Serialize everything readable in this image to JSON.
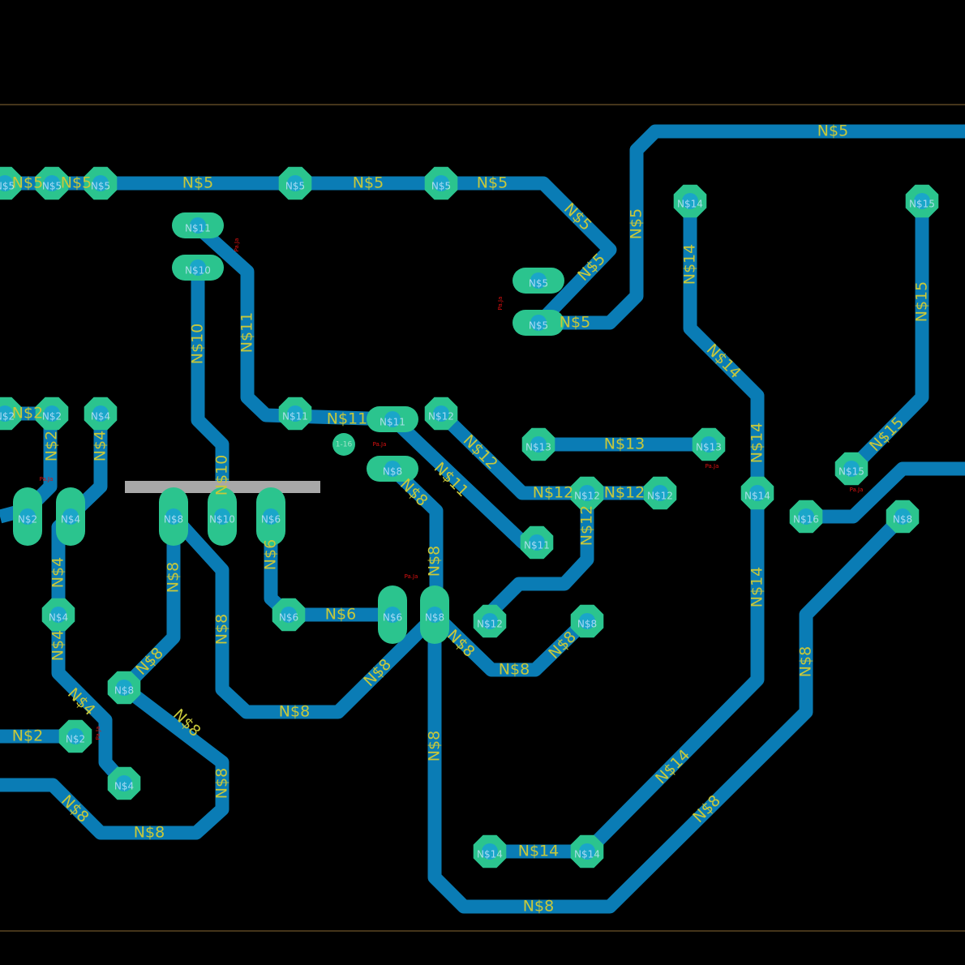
{
  "colors": {
    "background": "#000000",
    "trace": "#0a7cb5",
    "pad": "#2bc48e",
    "net_label": "#c8c83a",
    "border": "#8a6a35",
    "silkscreen": "#a8a8a8"
  },
  "net_labels": [
    {
      "text": "N$5"
    },
    {
      "text": "N$5"
    },
    {
      "text": "N$5"
    },
    {
      "text": "N$5"
    },
    {
      "text": "N$5"
    },
    {
      "text": "N$5"
    },
    {
      "text": "N$5"
    },
    {
      "text": "N$5"
    },
    {
      "text": "N$5"
    },
    {
      "text": "N$5"
    },
    {
      "text": "N$10"
    },
    {
      "text": "N$10"
    },
    {
      "text": "N$11"
    },
    {
      "text": "N$11"
    },
    {
      "text": "N$11"
    },
    {
      "text": "N$12"
    },
    {
      "text": "N$12"
    },
    {
      "text": "N$12"
    },
    {
      "text": "N$12"
    },
    {
      "text": "N$13"
    },
    {
      "text": "N$14"
    },
    {
      "text": "N$14"
    },
    {
      "text": "N$14"
    },
    {
      "text": "N$14"
    },
    {
      "text": "N$14"
    },
    {
      "text": "N$14"
    },
    {
      "text": "N$15"
    },
    {
      "text": "N$15"
    },
    {
      "text": "N$2"
    },
    {
      "text": "N$2"
    },
    {
      "text": "N$2"
    },
    {
      "text": "N$4"
    },
    {
      "text": "N$4"
    },
    {
      "text": "N$4"
    },
    {
      "text": "N$4"
    },
    {
      "text": "N$6"
    },
    {
      "text": "N$6"
    },
    {
      "text": "N$8"
    },
    {
      "text": "N$8"
    },
    {
      "text": "N$8"
    },
    {
      "text": "N$8"
    },
    {
      "text": "N$8"
    },
    {
      "text": "N$8"
    },
    {
      "text": "N$8"
    },
    {
      "text": "N$8"
    },
    {
      "text": "N$8"
    },
    {
      "text": "N$8"
    },
    {
      "text": "N$8"
    },
    {
      "text": "N$8"
    },
    {
      "text": "N$8"
    },
    {
      "text": "N$8"
    },
    {
      "text": "N$8"
    },
    {
      "text": "N$8"
    },
    {
      "text": "N$8"
    },
    {
      "text": "N$8"
    }
  ],
  "pad_labels": [
    "N$5",
    "N$5",
    "N$5",
    "N$5",
    "N$5",
    "N$11",
    "N$10",
    "N$5",
    "N$5",
    "N$14",
    "N$15",
    "N$2",
    "N$2",
    "N$4",
    "N$11",
    "N$11",
    "N$12",
    "N$8",
    "N$13",
    "N$13",
    "N$12",
    "N$12",
    "N$14",
    "N$15",
    "N$16",
    "N$8",
    "N$2",
    "N$4",
    "N$8",
    "N$10",
    "N$6",
    "N$11",
    "N$4",
    "N$6",
    "N$6",
    "N$8",
    "N$12",
    "N$8",
    "N$8",
    "N$2",
    "N$4",
    "N$14",
    "N$14"
  ],
  "small_labels": [
    "Pa.Ja",
    "Pa.Ja",
    "Pa.Ja",
    "Pa.Ja",
    "Pa.Ja",
    "Pa.Ja",
    "Pa.Ja",
    "Pa.Ja",
    "1-16"
  ]
}
